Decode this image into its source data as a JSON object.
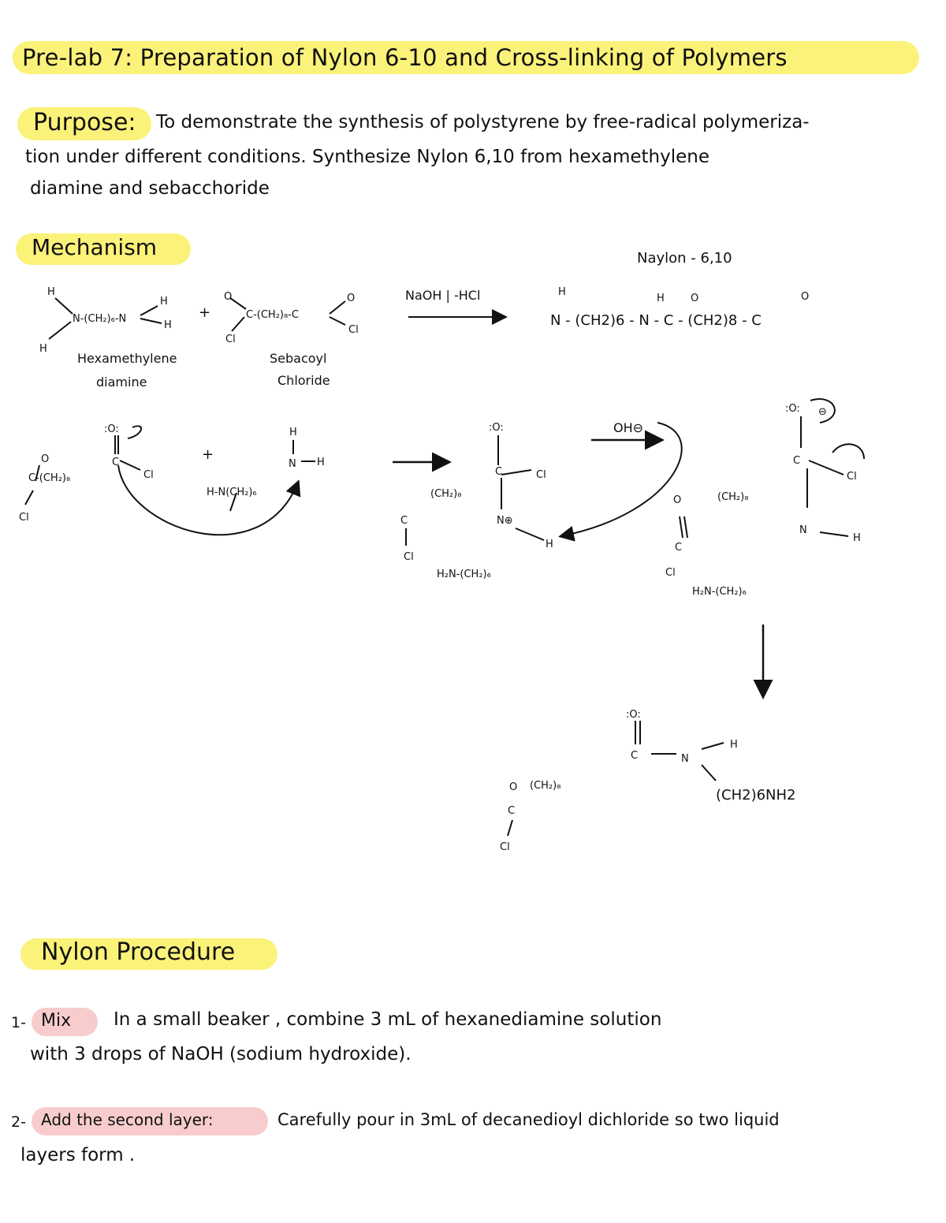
{
  "title": "Pre-lab 7: Preparation of Nylon 6-10 and Cross-linking of Polymers",
  "purpose": {
    "label": "Purpose:",
    "line1": "To demonstrate the synthesis of polystyrene by free-radical polymeriza-",
    "line2": "tion under different conditions. Synthesize Nylon 6,10 from hexamethylene",
    "line3": "diamine and sebacchoride"
  },
  "mechanism": {
    "label": "Mechanism",
    "product_name": "Naylon - 6,10",
    "reagent_label": "NaOH | -HCl",
    "reactant1_label": [
      "Hexamethylene",
      "diamine"
    ],
    "reactant2_label": [
      "Sebacoyl",
      "Chloride"
    ],
    "product_formula": "N - (CH2)6 - N - C - (CH2)8 - C",
    "base_label": "OH⊖",
    "final_formula": "(CH2)6NH2"
  },
  "nylon_procedure": {
    "label": "Nylon Procedure",
    "steps": [
      {
        "num": "1-",
        "label": "Mix",
        "line1": "In a small beaker , combine 3 mL of hexanediamine solution",
        "line2": "with 3 drops of NaOH (sodium hydroxide)."
      },
      {
        "num": "2-",
        "label": "Add the second layer:",
        "line1": "Carefully pour in 3mL of decanedioyl dichloride so two liquid",
        "line2": "layers form ."
      }
    ]
  },
  "colors": {
    "highlight_yellow": "#fbf27a",
    "highlight_pink": "#f8cccc"
  }
}
